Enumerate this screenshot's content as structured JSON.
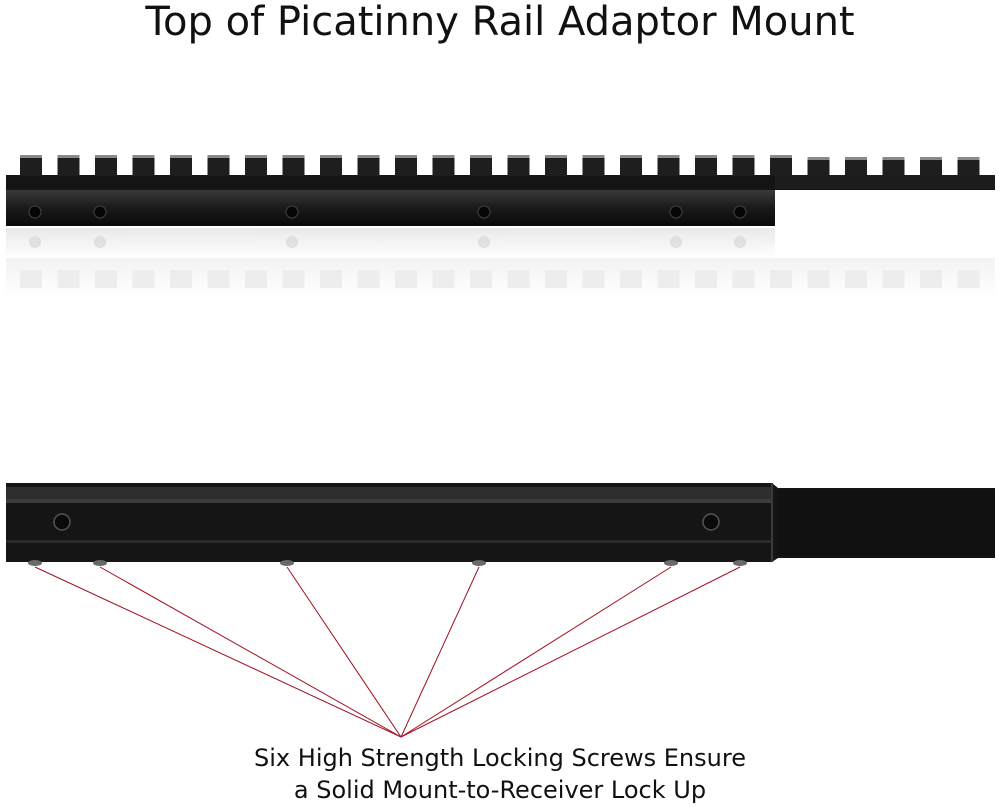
{
  "title": "Top of Picatinny Rail Adaptor Mount",
  "caption": {
    "line1": "Six High Strength Locking Screws Ensure",
    "line2": "a Solid Mount-to-Receiver Lock Up"
  },
  "colors": {
    "rail_black": "#111111",
    "rail_top": "#2a2a2a",
    "pointer_line": "#a01020",
    "background": "#ffffff"
  }
}
